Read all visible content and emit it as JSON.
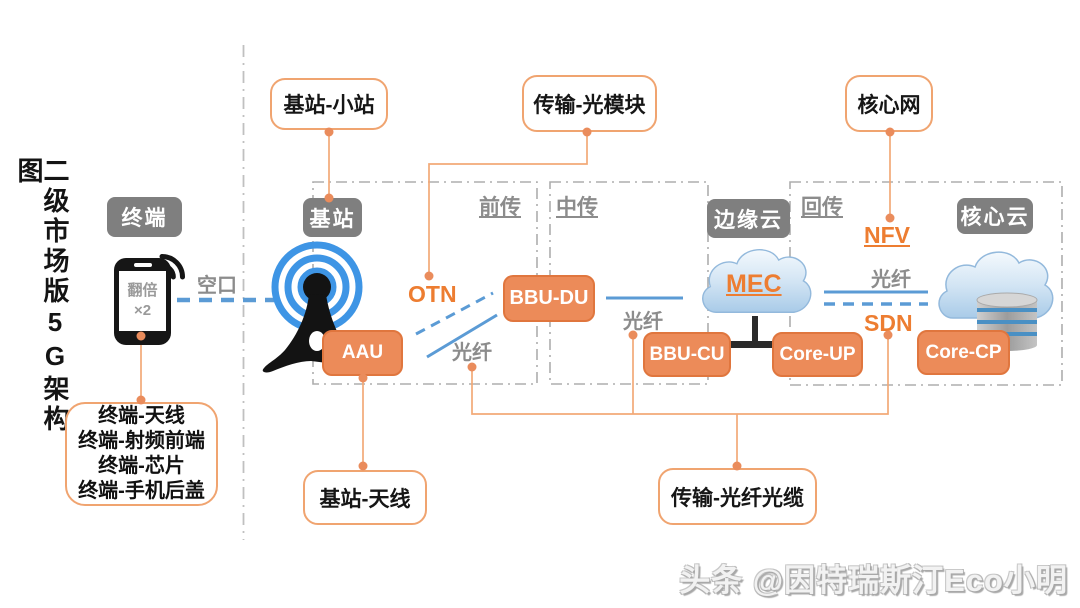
{
  "sidebar_title": "二级市场版5G架构图",
  "watermark": "头条 @因特瑞斯汀Eco小明",
  "colors": {
    "accent_orange": "#ed7d31",
    "node_orange_fill": "#ec8b59",
    "node_gray_fill": "#7f7f7f",
    "line_blue": "#5b9bd5",
    "antenna_blue": "#3e95e5",
    "dashed_border_gray": "#adadad"
  },
  "nodes": {
    "terminal": "终端",
    "base_station": "基站",
    "edge_cloud": "边缘云",
    "core_cloud": "核心云",
    "aau": "AAU",
    "bbu_du": "BBU-DU",
    "bbu_cu": "BBU-CU",
    "core_up": "Core-UP",
    "core_cp": "Core-CP"
  },
  "phone": {
    "line1": "翻倍",
    "line2": "×2"
  },
  "callouts": {
    "bs_small_cell": "基站-小站",
    "transport_optical_module": "传输-光模块",
    "core_network": "核心网",
    "bs_antenna": "基站-天线",
    "transport_fiber_cable": "传输-光纤光缆"
  },
  "terminal_list": {
    "items": [
      "终端-天线",
      "终端-射频前端",
      "终端-芯片",
      "终端-手机后盖"
    ]
  },
  "regions": {
    "fronthaul": "前传",
    "midhaul": "中传",
    "backhaul": "回传"
  },
  "labels": {
    "air_interface": "空口",
    "otn": "OTN",
    "fiber_front": "光纤",
    "fiber_mid": "光纤",
    "fiber_back": "光纤",
    "mec": "MEC",
    "nfv": "NFV",
    "sdn": "SDN"
  }
}
